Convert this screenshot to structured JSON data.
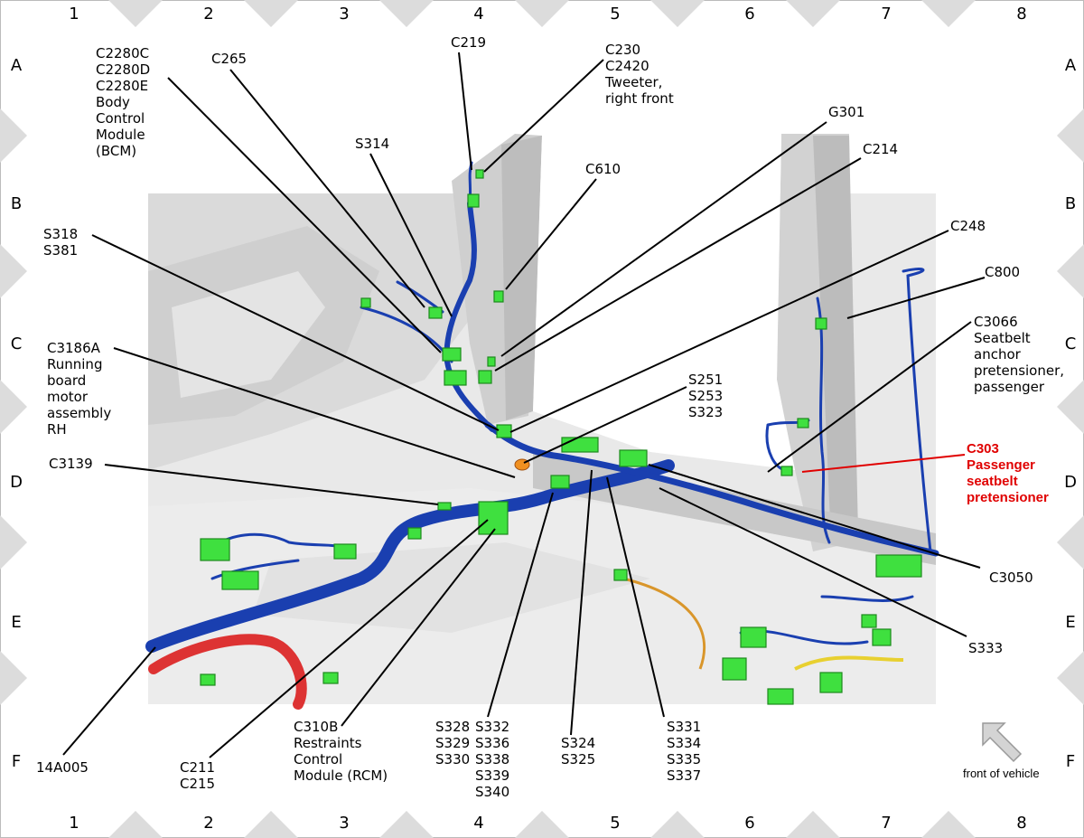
{
  "grid": {
    "columns": [
      "1",
      "2",
      "3",
      "4",
      "5",
      "6",
      "7",
      "8"
    ],
    "rows": [
      "A",
      "B",
      "C",
      "D",
      "E",
      "F"
    ]
  },
  "callouts": {
    "c2280": [
      "C2280C",
      "C2280D",
      "C2280E",
      "Body",
      "Control",
      "Module",
      "(BCM)"
    ],
    "c265": [
      "C265"
    ],
    "c219": [
      "C219"
    ],
    "c230": [
      "C230",
      "C2420",
      "Tweeter,",
      "right front"
    ],
    "g301": [
      "G301"
    ],
    "c214": [
      "C214"
    ],
    "s314": [
      "S314"
    ],
    "c610": [
      "C610"
    ],
    "s318": [
      "S318",
      "S381"
    ],
    "c248": [
      "C248"
    ],
    "c800": [
      "C800"
    ],
    "c3066": [
      "C3066",
      "Seatbelt",
      "anchor",
      "pretensioner,",
      "passenger"
    ],
    "c3186a": [
      "C3186A",
      "Running",
      "board",
      "motor",
      "assembly",
      "RH"
    ],
    "s251": [
      "S251",
      "S253",
      "S323"
    ],
    "c303": [
      "C303",
      "Passenger",
      "seatbelt",
      "pretensioner"
    ],
    "c3139": [
      "C3139"
    ],
    "c3050": [
      "C3050"
    ],
    "s333": [
      "S333"
    ],
    "a14005": [
      "14A005"
    ],
    "c211": [
      "C211",
      "C215"
    ],
    "c310b": [
      "C310B",
      "Restraints",
      "Control",
      "Module (RCM)"
    ],
    "s328": [
      "S328",
      "S329",
      "S330"
    ],
    "s332": [
      "S332",
      "S336",
      "S338",
      "S339",
      "S340"
    ],
    "s324": [
      "S324",
      "S325"
    ],
    "s331": [
      "S331",
      "S334",
      "S335",
      "S337"
    ]
  },
  "front_of_vehicle": "front of vehicle",
  "colors": {
    "harness_blue": "#1a3fb0",
    "connector_green": "#3fe03f",
    "highlight_red": "#e00000",
    "body_grey": "#d9d9d9"
  }
}
